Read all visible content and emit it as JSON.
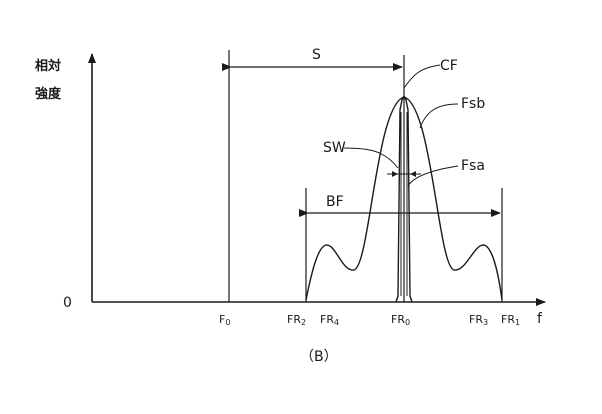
{
  "diagram": {
    "y_axis_label_line1": "相対",
    "y_axis_label_line2": "強度",
    "origin_label": "0",
    "x_axis_label": "f",
    "x_ticks": [
      {
        "name": "F",
        "sub": "0"
      },
      {
        "name": "FR",
        "sub": "2"
      },
      {
        "name": "FR",
        "sub": "4"
      },
      {
        "name": "FR",
        "sub": "0"
      },
      {
        "name": "FR",
        "sub": "3"
      },
      {
        "name": "FR",
        "sub": "1"
      }
    ],
    "annotations": {
      "s": "S",
      "cf": "CF",
      "fsb": "Fsb",
      "sw": "SW",
      "fsa": "Fsa",
      "bf": "BF"
    },
    "caption": "（B）"
  }
}
